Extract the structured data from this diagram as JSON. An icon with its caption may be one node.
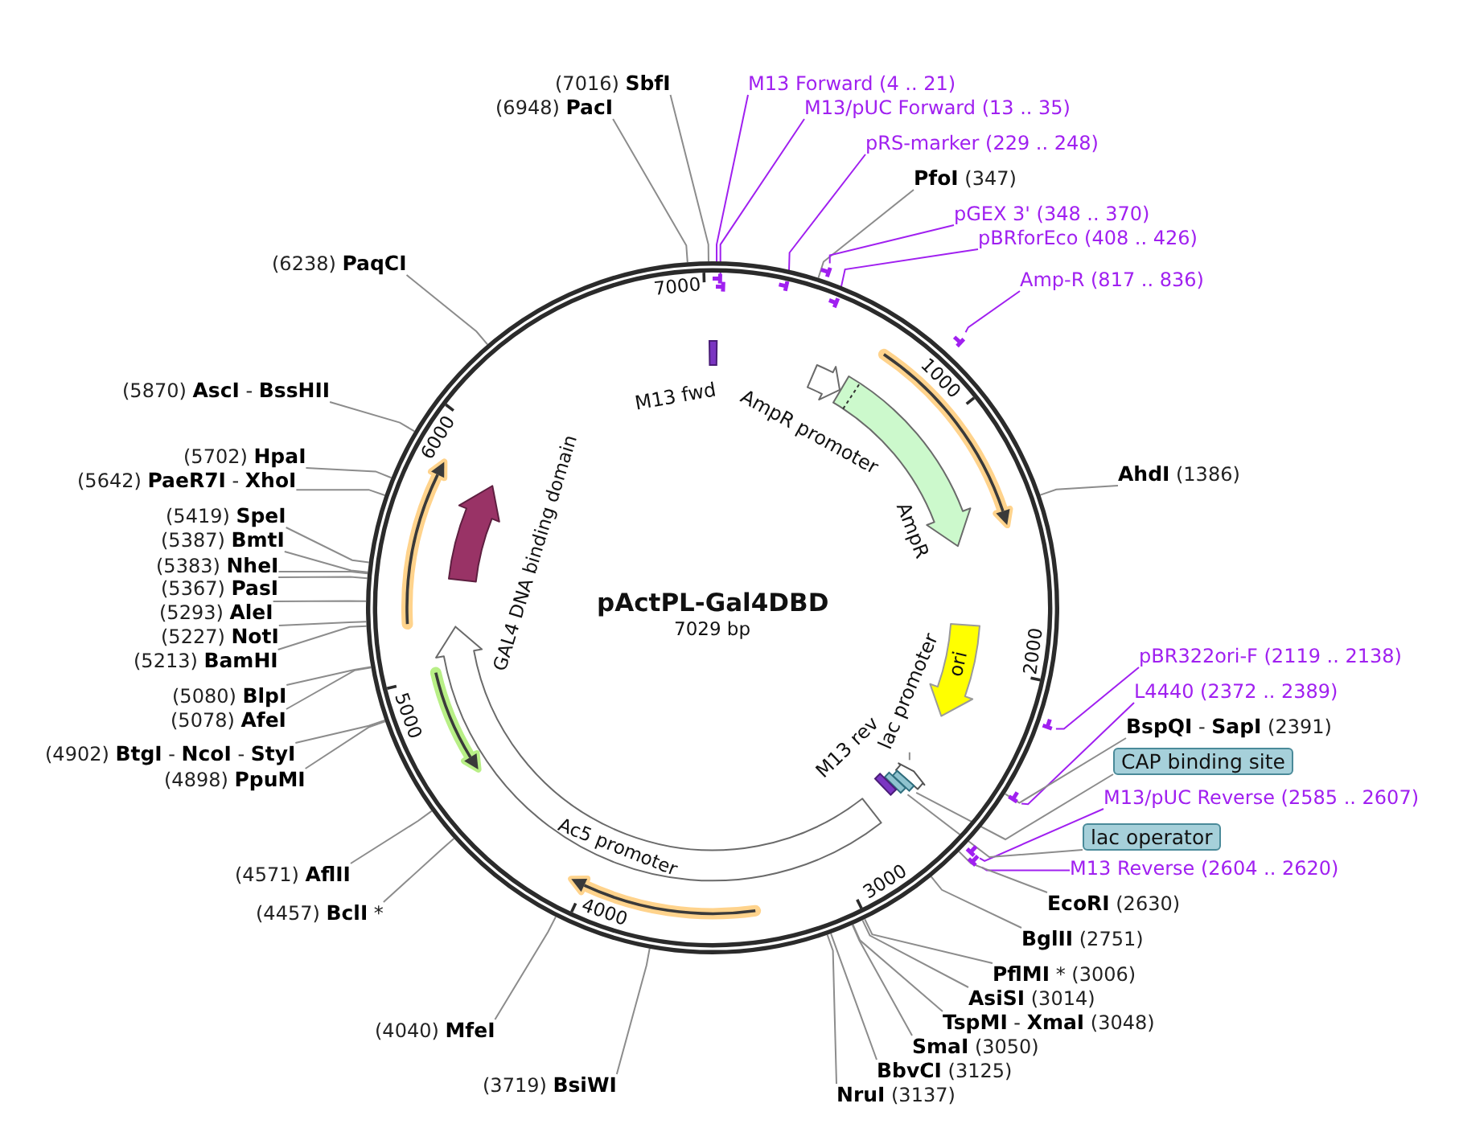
{
  "diagram": {
    "title": "pActPL-Gal4DBD",
    "nodes": [
      {
        "text": [],
        "shape": "circle"
      },
      {
        "text": [],
        "shape": "bar",
        "beside": [
          "M13 fwd"
        ],
        "in": 0
      },
      {
        "text": [],
        "shape": "arrow",
        "beside": [
          "AmpR promoter"
        ],
        "in": 0
      },
      {
        "text": [],
        "shape": "arrow",
        "beside": [
          "AmpR"
        ],
        "in": 0
      },
      {
        "text": [],
        "shape": "arrow",
        "in": 0
      },
      {
        "text": [
          "ori"
        ],
        "in": 0
      },
      {
        "text": [],
        "shape": "arrow",
        "in": 0
      },
      {
        "text": [],
        "shape": "box",
        "in": 0
      },
      {
        "text": [],
        "shape": "box",
        "in": 0
      },
      {
        "text": [],
        "shape": "bar",
        "beside": [
          "M13 rev"
        ],
        "in": 0
      },
      {
        "text": [
          "Ac5 promoter"
        ],
        "in": 0
      },
      {
        "text": [],
        "shape": "arrow",
        "in": 0
      },
      {
        "text": [],
        "shape": "arrow",
        "in": 0
      },
      {
        "text": [],
        "shape": "arrow",
        "in": 0
      },
      {
        "text": [],
        "shape": "arrow",
        "beside": [
          "GAL4 DNA binding domain"
        ],
        "in": 0
      },
      {
        "text": [
          "lac promoter"
        ],
        "in": 0
      },
      {
        "text": [],
        "shape": "bar",
        "in": 0
      },
      {
        "text": [],
        "shape": "bar",
        "in": 0
      },
      {
        "text": [],
        "shape": "bar",
        "in": 0
      },
      {
        "text": [],
        "shape": "bar",
        "in": 0
      },
      {
        "text": [],
        "shape": "bar",
        "in": 0
      },
      {
        "text": [],
        "shape": "bar",
        "in": 0
      },
      {
        "text": [],
        "shape": "bar",
        "in": 0
      },
      {
        "text": [],
        "shape": "bar",
        "in": 0
      },
      {
        "text": [],
        "shape": "bar",
        "in": 0
      },
      {
        "text": [],
        "shape": "bar",
        "in": 0
      },
      {
        "text": [
          "(7016) **SbfI**"
        ]
      },
      {
        "text": [
          "(6948) **PacI**"
        ]
      },
      {
        "text": [
          "(6238) **PaqCI**"
        ]
      },
      {
        "text": [
          "(5870) **AscI** - **BssHII**"
        ]
      },
      {
        "text": [
          "(5702) **HpaI**"
        ]
      },
      {
        "text": [
          "(5642) **PaeR7I** - **XhoI**"
        ]
      },
      {
        "text": [
          "(5419) **SpeI**"
        ]
      },
      {
        "text": [
          "(5387) **BmtI**"
        ]
      },
      {
        "text": [
          "(5383) **NheI**"
        ]
      },
      {
        "text": [
          "(5367) **PasI**"
        ]
      },
      {
        "text": [
          "(5293) **AleI**"
        ]
      },
      {
        "text": [
          "(5227) **NotI**"
        ]
      },
      {
        "text": [
          "(5213) **BamHI**"
        ]
      },
      {
        "text": [
          "(5080) **BlpI**"
        ]
      },
      {
        "text": [
          "(5078) **AfeI**"
        ]
      },
      {
        "text": [
          "(4902) **BtgI** - **NcoI** - **StyI**"
        ]
      },
      {
        "text": [
          "(4898) **PpuMI**"
        ]
      },
      {
        "text": [
          "(4571) **AflII**"
        ]
      },
      {
        "text": [
          "(4457) **BclI** *"
        ]
      },
      {
        "text": [
          "(4040) **MfeI**"
        ]
      },
      {
        "text": [
          "(3719) **BsiWI**"
        ]
      },
      {
        "text": [
          "M13 Forward (4 .. 21)"
        ]
      },
      {
        "text": [
          "M13/pUC Forward (13 .. 35)"
        ]
      },
      {
        "text": [
          "pRS-marker (229 .. 248)"
        ]
      },
      {
        "text": [
          "**PfoI** (347)"
        ]
      },
      {
        "text": [
          "pGEX 3' (348 .. 370)"
        ]
      },
      {
        "text": [
          "pBRforEco (408 .. 426)"
        ]
      },
      {
        "text": [
          "Amp-R (817 .. 836)"
        ]
      },
      {
        "text": [
          "**AhdI** (1386)"
        ]
      },
      {
        "text": [
          "pBR322ori-F (2119 .. 2138)"
        ]
      },
      {
        "text": [
          "L4440 (2372 .. 2389)"
        ]
      },
      {
        "text": [
          "**BspQI** - **SapI** (2391)"
        ]
      },
      {
        "text": [
          "CAP binding site"
        ]
      },
      {
        "text": [
          "M13/pUC Reverse (2585 .. 2607)"
        ]
      },
      {
        "text": [
          "lac operator"
        ]
      },
      {
        "text": [
          "M13 Reverse (2604 .. 2620)"
        ]
      },
      {
        "text": [
          "**EcoRI** (2630)"
        ]
      },
      {
        "text": [
          "**BglII** (2751)"
        ]
      },
      {
        "text": [
          "**PflMI** * (3006)"
        ]
      },
      {
        "text": [
          "**AsiSI** (3014)"
        ]
      },
      {
        "text": [
          "**TspMI** - **XmaI** (3048)"
        ]
      },
      {
        "text": [
          "**SmaI** (3050)"
        ]
      },
      {
        "text": [
          "**BbvCI** (3125)"
        ]
      },
      {
        "text": [
          "**NruI** (3137)"
        ]
      }
    ],
    "edges": [
      {
        "from": 15,
        "to": 6,
        "arrow": "none"
      },
      {
        "from": 26,
        "to": 0,
        "arrow": "none"
      },
      {
        "from": 27,
        "to": 0,
        "arrow": "none"
      },
      {
        "from": 28,
        "to": 0,
        "arrow": "none"
      },
      {
        "from": 29,
        "to": 0,
        "arrow": "none"
      },
      {
        "from": 30,
        "to": 0,
        "arrow": "none"
      },
      {
        "from": 31,
        "to": 0,
        "arrow": "none"
      },
      {
        "from": 32,
        "to": 0,
        "arrow": "none"
      },
      {
        "from": 33,
        "to": 0,
        "arrow": "none"
      },
      {
        "from": 34,
        "to": 0,
        "arrow": "none"
      },
      {
        "from": 35,
        "to": 0,
        "arrow": "none"
      },
      {
        "from": 36,
        "to": 0,
        "arrow": "none"
      },
      {
        "from": 37,
        "to": 0,
        "arrow": "none"
      },
      {
        "from": 38,
        "to": 0,
        "arrow": "none"
      },
      {
        "from": 39,
        "to": 0,
        "arrow": "none"
      },
      {
        "from": 40,
        "to": 0,
        "arrow": "none"
      },
      {
        "from": 41,
        "to": 0,
        "arrow": "none"
      },
      {
        "from": 42,
        "to": 0,
        "arrow": "none"
      },
      {
        "from": 43,
        "to": 0,
        "arrow": "none"
      },
      {
        "from": 44,
        "to": 0,
        "arrow": "none"
      },
      {
        "from": 45,
        "to": 0,
        "arrow": "none"
      },
      {
        "from": 46,
        "to": 0,
        "arrow": "none"
      },
      {
        "from": 47,
        "to": 16,
        "arrow": "none",
        "color": "#a020f0"
      },
      {
        "from": 48,
        "to": 17,
        "arrow": "none",
        "color": "#a020f0"
      },
      {
        "from": 49,
        "to": 18,
        "arrow": "none",
        "color": "#a020f0"
      },
      {
        "from": 50,
        "to": 0,
        "arrow": "none"
      },
      {
        "from": 51,
        "to": 19,
        "arrow": "none",
        "color": "#a020f0"
      },
      {
        "from": 52,
        "to": 20,
        "arrow": "none",
        "color": "#a020f0"
      },
      {
        "from": 53,
        "to": 21,
        "arrow": "none",
        "color": "#a020f0"
      },
      {
        "from": 54,
        "to": 0,
        "arrow": "none"
      },
      {
        "from": 55,
        "to": 22,
        "arrow": "none",
        "color": "#a020f0"
      },
      {
        "from": 56,
        "to": 23,
        "arrow": "none",
        "color": "#a020f0"
      },
      {
        "from": 57,
        "to": 0,
        "arrow": "none"
      },
      {
        "from": 58,
        "to": 7,
        "arrow": "none"
      },
      {
        "from": 59,
        "to": 24,
        "arrow": "none",
        "color": "#a020f0"
      },
      {
        "from": 60,
        "to": 8,
        "arrow": "none"
      },
      {
        "from": 61,
        "to": 25,
        "arrow": "none",
        "color": "#a020f0"
      },
      {
        "from": 62,
        "to": 0,
        "arrow": "none"
      },
      {
        "from": 63,
        "to": 0,
        "arrow": "none"
      },
      {
        "from": 64,
        "to": 0,
        "arrow": "none"
      },
      {
        "from": 65,
        "to": 0,
        "arrow": "none"
      },
      {
        "from": 66,
        "to": 0,
        "arrow": "none"
      },
      {
        "from": 67,
        "to": 0,
        "arrow": "none"
      },
      {
        "from": 68,
        "to": 0,
        "arrow": "none"
      },
      {
        "from": 69,
        "to": 0,
        "arrow": "none"
      }
    ],
    "labels": [
      "7029 bp",
      "7000",
      "1000",
      "2000",
      "3000",
      "4000",
      "5000",
      "6000"
    ]
  }
}
